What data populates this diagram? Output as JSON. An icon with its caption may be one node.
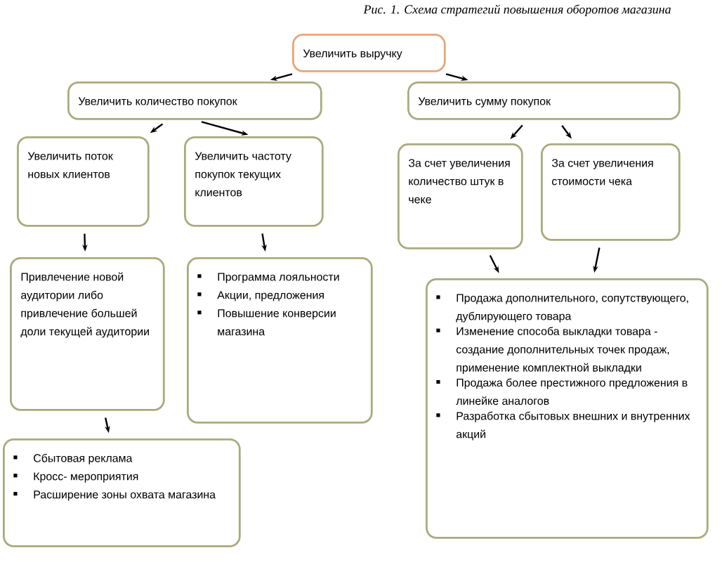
{
  "diagram": {
    "title": "Рис. 1. Схема стратегий повышения оборотов магазина",
    "nodes": [
      {
        "text": [
          "Увеличить выручку"
        ]
      },
      {
        "text": [
          "Увеличить количество покупок"
        ]
      },
      {
        "text": [
          "Увеличить сумму покупок"
        ]
      },
      {
        "text": [
          "Увеличить поток новых клиентов"
        ]
      },
      {
        "text": [
          "Увеличить частоту покупок текущих клиентов"
        ]
      },
      {
        "text": [
          "За счет увеличения количество штук в чеке"
        ]
      },
      {
        "text": [
          "За счет увеличения стоимости чека"
        ]
      },
      {
        "text": [
          "Привлечение новой аудитории либо привлечение большей доли текущей аудитории"
        ]
      },
      {
        "text": [
          "Программа лояльности",
          "Акции, предложения",
          "Повышение конверсии магазина"
        ]
      },
      {
        "text": [
          "Сбытовая реклама",
          "Кросс- мероприятия",
          "Расширение зоны охвата магазина"
        ]
      },
      {
        "text": [
          "Продажа дополнительного, сопутствующего, дублирующего товара",
          "Изменение способа выкладки товара - создание дополнительных точек продаж, применение комплектной выкладки",
          "Продажа более престижного предложения в линейке аналогов",
          "Разработка сбытовых внешних и внутренних акций"
        ]
      }
    ],
    "edges": [
      {
        "from": 0,
        "to": 1,
        "arrow": "to"
      },
      {
        "from": 0,
        "to": 2,
        "arrow": "to"
      },
      {
        "from": 1,
        "to": 3,
        "arrow": "to"
      },
      {
        "from": 1,
        "to": 4,
        "arrow": "to"
      },
      {
        "from": 2,
        "to": 5,
        "arrow": "to"
      },
      {
        "from": 2,
        "to": 6,
        "arrow": "to"
      },
      {
        "from": 3,
        "to": 7,
        "arrow": "to"
      },
      {
        "from": 4,
        "to": 8,
        "arrow": "to"
      },
      {
        "from": 7,
        "to": 9,
        "arrow": "to"
      },
      {
        "from": 5,
        "to": 10,
        "arrow": "to"
      },
      {
        "from": 6,
        "to": 10,
        "arrow": "to"
      }
    ]
  }
}
